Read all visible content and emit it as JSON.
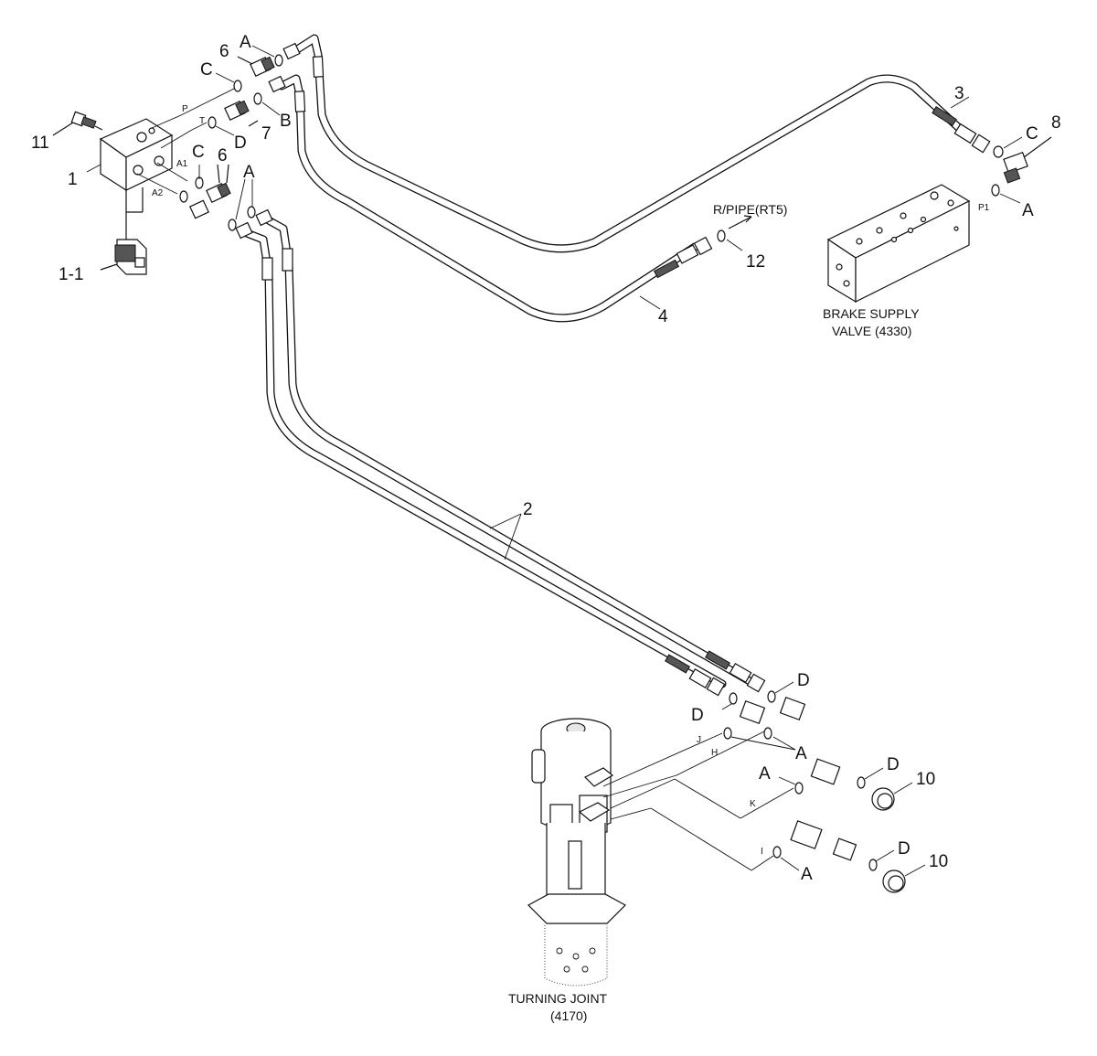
{
  "parts": {
    "p1": "1",
    "p1_1": "1-1",
    "p2": "2",
    "p3": "3",
    "p4": "4",
    "p6a": "6",
    "p6b": "6",
    "p7": "7",
    "p8": "8",
    "p10a": "10",
    "p10b": "10",
    "p11": "11",
    "p12": "12"
  },
  "seals": {
    "a_top": "A",
    "a_mid": "A",
    "a_right": "A",
    "a_joint1": "A",
    "a_joint2": "A",
    "a_joint3": "A",
    "b": "B",
    "c_top": "C",
    "c_mid": "C",
    "c_right": "C",
    "d_top": "D",
    "d_lower_right": "D",
    "d_lower_left": "D",
    "d_joint1": "D",
    "d_joint2": "D"
  },
  "ports": {
    "p": "P",
    "t": "T",
    "a1": "A1",
    "a2": "A2",
    "p1": "P1",
    "j": "J",
    "h": "H",
    "k": "K",
    "i": "I"
  },
  "callouts": {
    "rpipe": "R/PIPE(RT5)",
    "brake_line1": "BRAKE SUPPLY",
    "brake_line2": "VALVE (4330)",
    "turning_line1": "TURNING JOINT",
    "turning_line2": "(4170)"
  }
}
